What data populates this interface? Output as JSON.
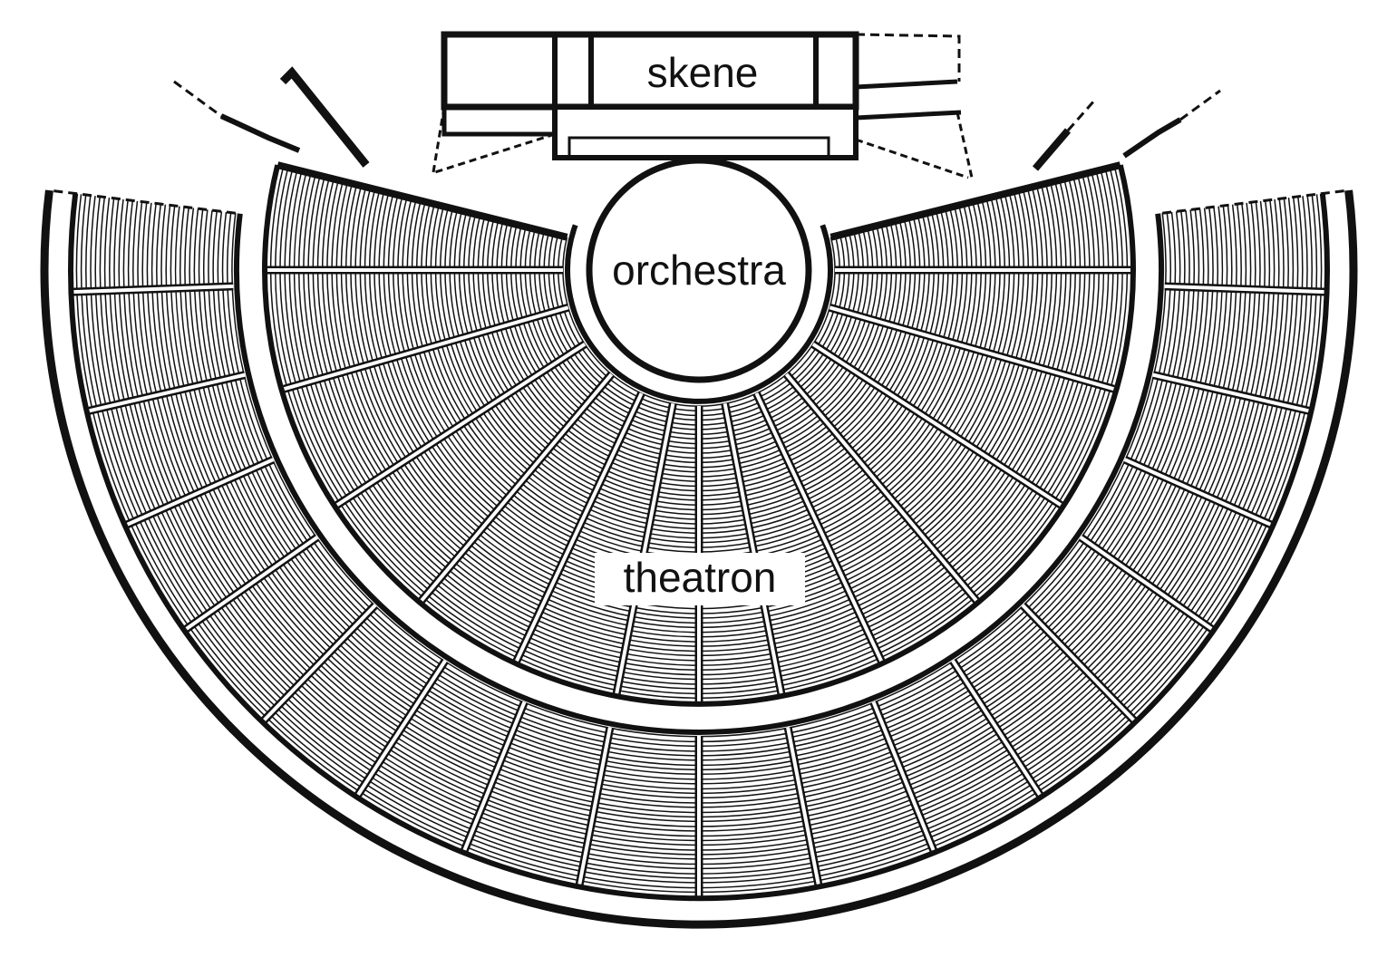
{
  "labels": {
    "skene": "skene",
    "orchestra": "orchestra",
    "theatron": "theatron"
  },
  "colors": {
    "ink": "#111111",
    "paper": "#ffffff"
  }
}
